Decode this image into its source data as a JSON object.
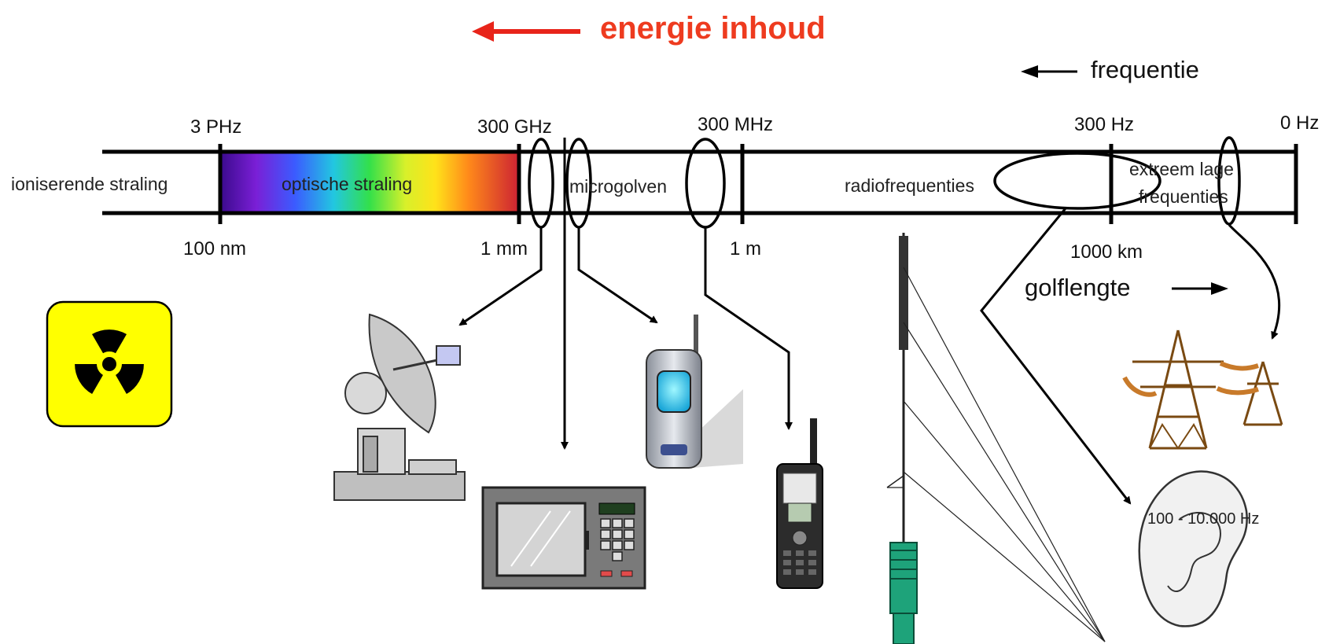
{
  "header": {
    "energy_label": "energie inhoud",
    "frequency_label": "frequentie",
    "wavelength_label": "golflengte"
  },
  "frequency_ticks": [
    "3 PHz",
    "300 GHz",
    "300 MHz",
    "300 Hz",
    "0 Hz"
  ],
  "wavelength_ticks": [
    "100 nm",
    "1 mm",
    "1 m",
    "1000 km"
  ],
  "bands": {
    "ionizing": "ioniserende straling",
    "optical": "optische straling",
    "microwave": "microgolven",
    "radio": "radiofrequenties",
    "elf_line1": "extreem lage",
    "elf_line2": "frequenties"
  },
  "ear_label": "100 - 10.000 Hz",
  "colors": {
    "title": "#ee3b1f",
    "arrow_red": "#e8241a",
    "radiation_bg": "#ffff00",
    "antenna": "#1ea37a",
    "pylon": "#c87a2a"
  },
  "icons": [
    "radiation-icon",
    "satellite-dish-icon",
    "microwave-oven-icon",
    "mobile-phone-icon",
    "walkie-talkie-icon",
    "radio-mast-icon",
    "power-pylon-icon",
    "ear-icon"
  ]
}
